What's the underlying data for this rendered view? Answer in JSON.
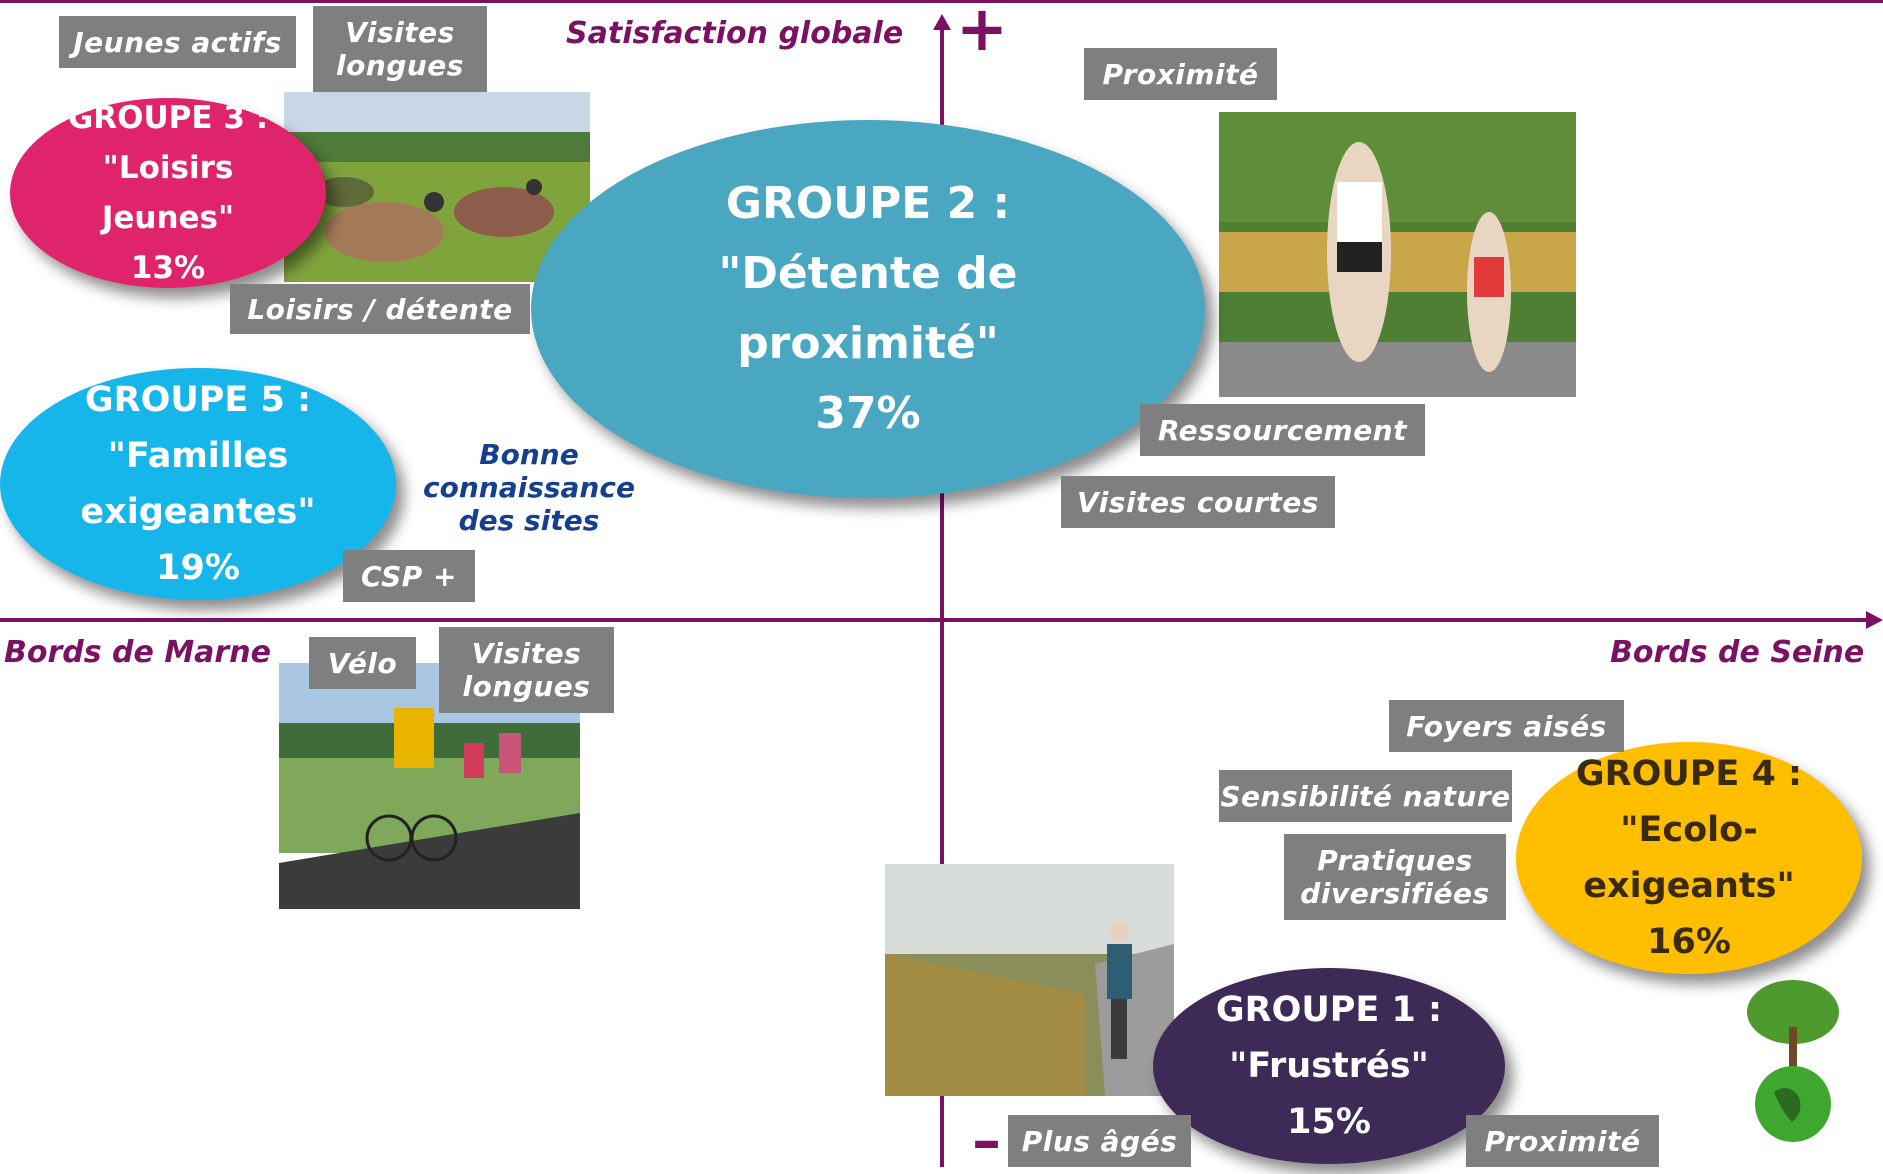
{
  "axes": {
    "y_top": "Satisfaction globale",
    "y_plus": "+",
    "y_minus": "–",
    "x_left": "Bords de Marne",
    "x_right": "Bords de Seine"
  },
  "groups": {
    "g1": {
      "title": "GROUPE 1 :",
      "line1": "\"Frustrés\"",
      "line2": "",
      "pct": "15%",
      "color": "#3e2a56"
    },
    "g2": {
      "title": "GROUPE 2 :",
      "line1": "\"Détente de",
      "line2": "proximité\"",
      "pct": "37%",
      "color": "#4aa7c2"
    },
    "g3": {
      "title": "GROUPE 3 :",
      "line1": "\"Loisirs",
      "line2": "Jeunes\"",
      "pct": "13%",
      "color": "#e0246b"
    },
    "g4": {
      "title": "GROUPE 4 :",
      "line1": "\"Ecolo-",
      "line2": "exigeants\"",
      "pct": "16%",
      "color": "#ffbf00"
    },
    "g5": {
      "title": "GROUPE 5 :",
      "line1": "\"Familles",
      "line2": "exigeantes\"",
      "pct": "19%",
      "color": "#16b6ea"
    }
  },
  "tags": {
    "jeunes_actifs": "Jeunes actifs",
    "visites_longues_top_1": "Visites",
    "visites_longues_top_2": "longues",
    "loisirs_detente": "Loisirs / détente",
    "proximite_top": "Proximité",
    "ressourcement": "Ressourcement",
    "visites_courtes": "Visites courtes",
    "csp_plus": "CSP +",
    "velo": "Vélo",
    "visites_longues_bottom_1": "Visites",
    "visites_longues_bottom_2": "longues",
    "foyers_aises": "Foyers aisés",
    "sensibilite_nature": "Sensibilité nature",
    "pratiques_1": "Pratiques",
    "pratiques_2": "diversifiées",
    "plus_ages": "Plus âgés",
    "proximite_bottom": "Proximité"
  },
  "note": {
    "line1": "Bonne",
    "line2": "connaissance",
    "line3": "des sites"
  },
  "colors": {
    "axis": "#7b1163",
    "tag_bg": "#7f7f7f",
    "note": "#173f8f"
  }
}
